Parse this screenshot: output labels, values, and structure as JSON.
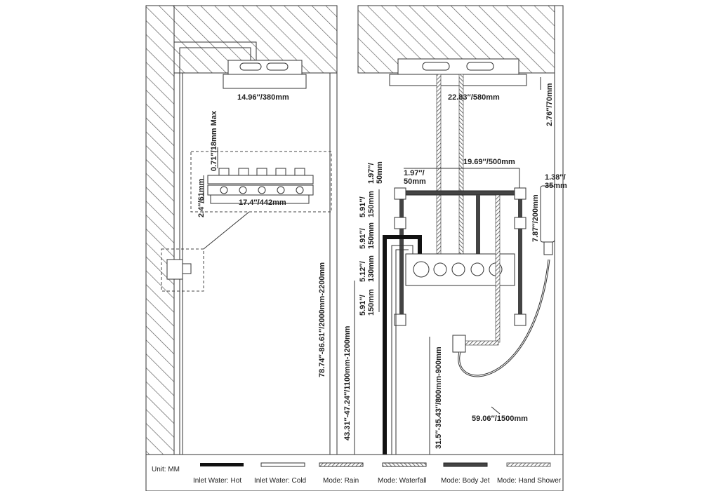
{
  "dimensions": {
    "left_head_width": "14.96″/380mm",
    "right_head_width": "22.83″/580mm",
    "head_depth": "2.76″/70mm",
    "arm_max": "0.71″/18mm Max",
    "valve_height": "2.4″/61mm",
    "valve_width": "17.4″/442mm",
    "total_height": "78.74″-86.61″/2000mm-2200mm",
    "valve_install_height": "43.31″-47.24″/1100mm-1200mm",
    "hand_holder_height": "31.5″-35.43″/800mm-900mm",
    "jet_gap_top_a": "1.97″/\n50mm",
    "jet_gap_top_b": "1.97″/\n50mm",
    "jet_spacing_h": "19.69″/500mm",
    "jet_spacing_1": "5.91″/\n150mm",
    "jet_spacing_2": "5.91″/\n150mm",
    "jet_spacing_3": "5.12″/\n130mm",
    "jet_spacing_4": "5.91″/\n150mm",
    "hand_shower_dia": "1.38″/\n35mm",
    "hand_shower_len": "7.87″/200mm",
    "hose_length": "59.06″/1500mm"
  },
  "legend": {
    "unit": "Unit: MM",
    "items": [
      {
        "label": "Inlet Water: Hot",
        "style": "hot"
      },
      {
        "label": "Inlet Water: Cold",
        "style": "cold"
      },
      {
        "label": "Mode: Rain",
        "style": "rain"
      },
      {
        "label": "Mode: Waterfall",
        "style": "waterfall"
      },
      {
        "label": "Mode: Body Jet",
        "style": "bodyjet"
      },
      {
        "label": "Mode: Hand Shower",
        "style": "hand"
      }
    ]
  },
  "colors": {
    "line": "#333333",
    "hot": "#111111",
    "hatch": "#555555"
  }
}
